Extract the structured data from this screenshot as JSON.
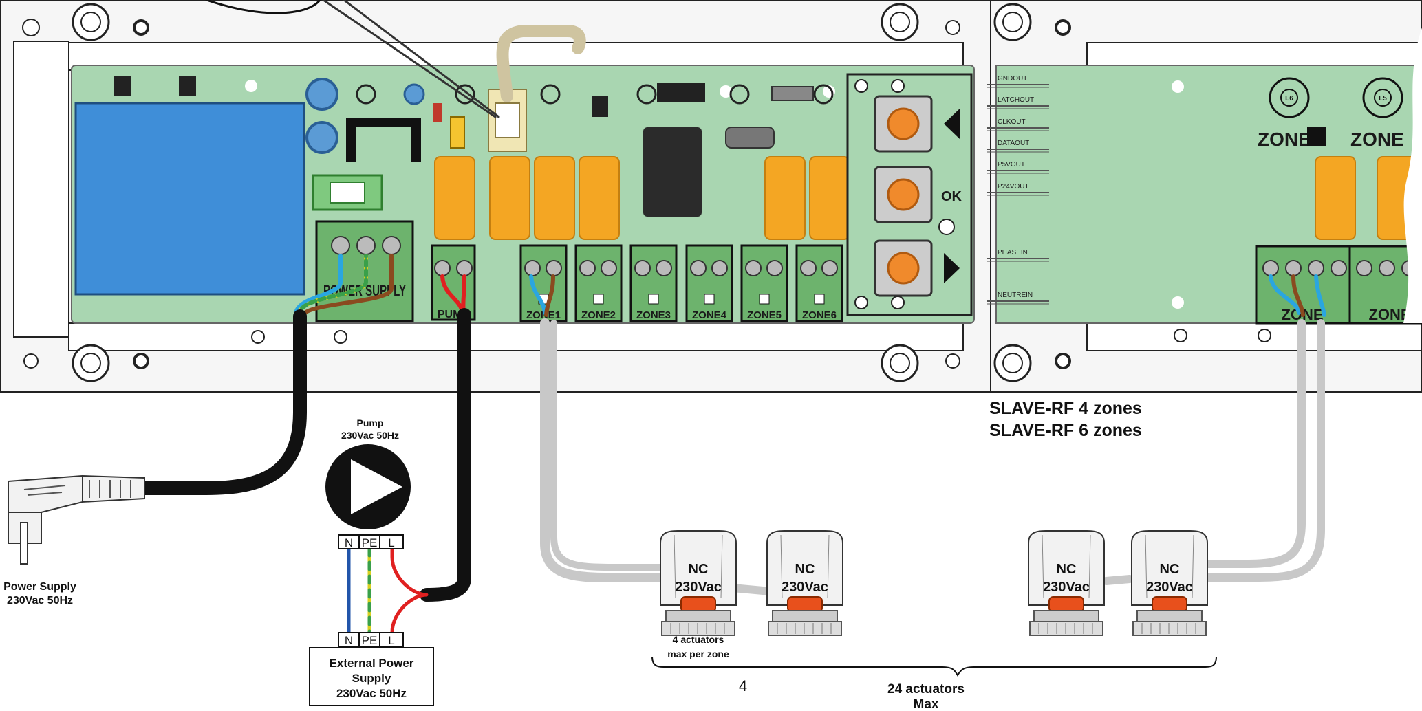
{
  "master_board": {
    "power_supply_terminal": "POWER SUPPLY",
    "pump_terminal": "PUMP",
    "zone_terminals": [
      "ZONE1",
      "ZONE2",
      "ZONE3",
      "ZONE4",
      "ZONE5",
      "ZONE6"
    ],
    "ok_button_label": "OK"
  },
  "slave_board": {
    "pin_labels": [
      "GNDOUT",
      "LATCHOUT",
      "CLKOUT",
      "DATAOUT",
      "P5VOUT",
      "P24VOUT",
      "PHASEIN",
      "NEUTREIN"
    ],
    "zone_led_labels": [
      "L6",
      "L5"
    ],
    "zone_word": "ZONE",
    "caption_line1": "SLAVE-RF 4 zones",
    "caption_line2": "SLAVE-RF 6 zones"
  },
  "power_plug": {
    "label_line1": "Power Supply",
    "label_line2": "230Vac 50Hz"
  },
  "pump": {
    "label_line1": "Pump",
    "label_line2": "230Vac 50Hz",
    "terminals": [
      "N",
      "PE",
      "L"
    ]
  },
  "external_supply": {
    "terminals": [
      "N",
      "PE",
      "L"
    ],
    "label_line1": "External Power",
    "label_line2": "Supply",
    "label_line3": "230Vac 50Hz"
  },
  "actuators": [
    {
      "type": "NC",
      "voltage": "230Vac"
    },
    {
      "type": "NC",
      "voltage": "230Vac"
    },
    {
      "type": "NC",
      "voltage": "230Vac"
    },
    {
      "type": "NC",
      "voltage": "230Vac"
    }
  ],
  "notes": {
    "per_zone_line1": "4 actuators",
    "per_zone_line2": "max per zone",
    "bracket_number": "4",
    "total_line1": "24 actuators",
    "total_line2": "Max"
  },
  "colors": {
    "pcb_green": "#a9d6b1",
    "relay_orange": "#f4a623",
    "terminal_green": "#5aa05a",
    "transformer_blue": "#3f8ed8",
    "cable_black": "#111111",
    "cable_grey": "#c8c8c8",
    "wire_brown": "#8a4a1f",
    "wire_blue": "#2aa6e0",
    "wire_red": "#e02020",
    "wire_yellow_green": "#d8d020",
    "actuator_plunger": "#e8501c"
  }
}
